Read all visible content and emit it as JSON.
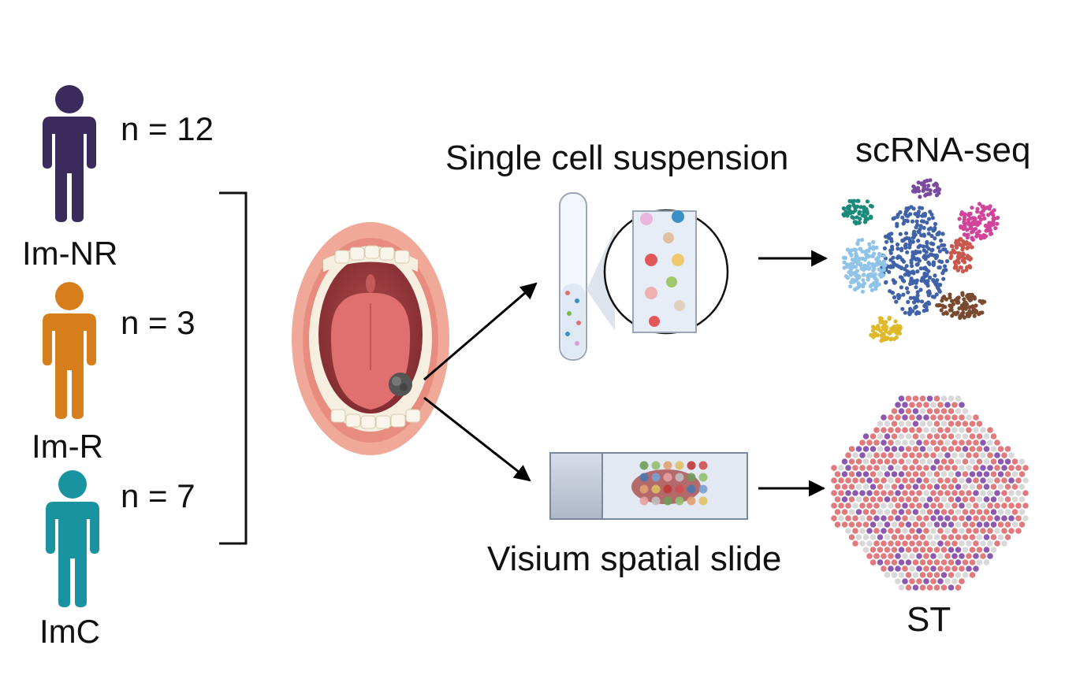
{
  "groups": [
    {
      "label": "Im-NR",
      "count_text": "n = 12",
      "color": "#3b2a5c"
    },
    {
      "label": "Im-R",
      "count_text": "n = 3",
      "color": "#d67e1b"
    },
    {
      "label": "ImC",
      "count_text": "n = 7",
      "color": "#1a93a0"
    }
  ],
  "steps": {
    "suspension_label": "Single cell suspension",
    "scrna_label": "scRNA-seq",
    "visium_label": "Visium spatial slide",
    "st_label": "ST"
  },
  "colors": {
    "clusters": [
      "#1b8a7a",
      "#7a4aa0",
      "#d2449a",
      "#3f62a8",
      "#8fc4e8",
      "#c9574d",
      "#7a4a30",
      "#e0b92a"
    ],
    "st_spots": [
      "#e27a7d",
      "#8c58b0",
      "#d8d8d8"
    ]
  }
}
